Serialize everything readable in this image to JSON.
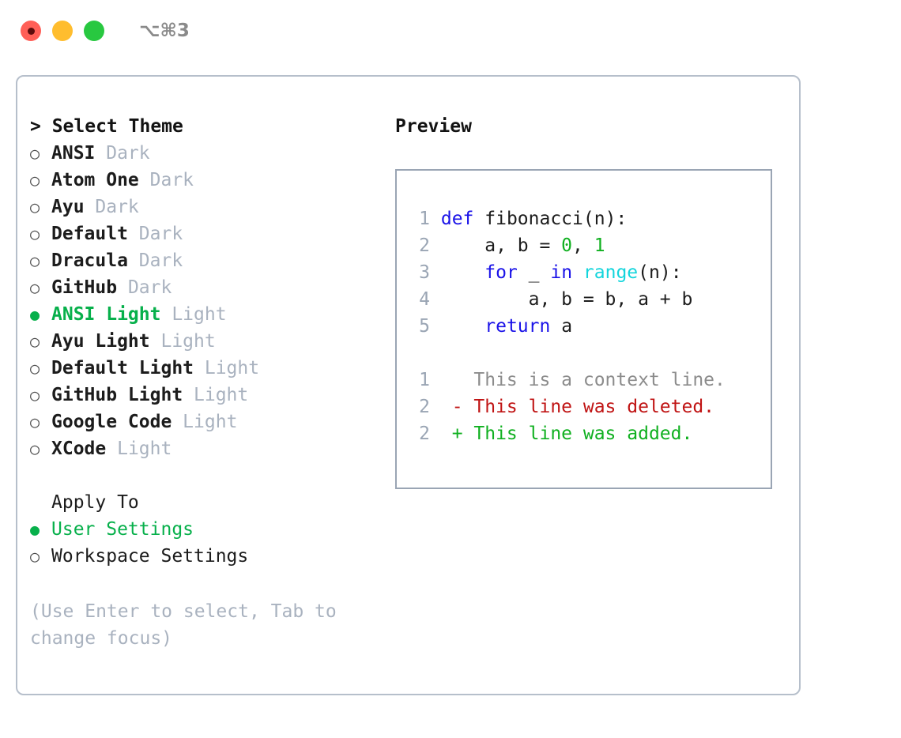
{
  "titlebar": {
    "shortcut": "⌥⌘3",
    "buttons": [
      {
        "name": "close-button",
        "color": "#ff5f57"
      },
      {
        "name": "minimize-button",
        "color": "#ffbd2e"
      },
      {
        "name": "maximize-button",
        "color": "#28c840"
      }
    ]
  },
  "left": {
    "header": "> Select Theme",
    "themes": [
      {
        "bullet": "○",
        "name": "ANSI",
        "kind": "Dark",
        "selected": false
      },
      {
        "bullet": "○",
        "name": "Atom One",
        "kind": "Dark",
        "selected": false
      },
      {
        "bullet": "○",
        "name": "Ayu",
        "kind": "Dark",
        "selected": false
      },
      {
        "bullet": "○",
        "name": "Default",
        "kind": "Dark",
        "selected": false
      },
      {
        "bullet": "○",
        "name": "Dracula",
        "kind": "Dark",
        "selected": false
      },
      {
        "bullet": "○",
        "name": "GitHub",
        "kind": "Dark",
        "selected": false
      },
      {
        "bullet": "●",
        "name": "ANSI Light",
        "kind": "Light",
        "selected": true
      },
      {
        "bullet": "○",
        "name": "Ayu Light",
        "kind": "Light",
        "selected": false
      },
      {
        "bullet": "○",
        "name": "Default Light",
        "kind": "Light",
        "selected": false
      },
      {
        "bullet": "○",
        "name": "GitHub Light",
        "kind": "Light",
        "selected": false
      },
      {
        "bullet": "○",
        "name": "Google Code",
        "kind": "Light",
        "selected": false
      },
      {
        "bullet": "○",
        "name": "XCode",
        "kind": "Light",
        "selected": false
      }
    ],
    "apply_to_label": "Apply To",
    "apply_options": [
      {
        "bullet": "●",
        "label": "User Settings",
        "selected": true
      },
      {
        "bullet": "○",
        "label": "Workspace Settings",
        "selected": false
      }
    ],
    "hint": "(Use Enter to select, Tab to change focus)"
  },
  "right": {
    "title": "Preview",
    "code_lines": [
      {
        "num": "1",
        "tokens": [
          {
            "text": "def ",
            "type": "kw"
          },
          {
            "text": "fibonacci(n):",
            "type": "plain"
          }
        ]
      },
      {
        "num": "2",
        "tokens": [
          {
            "text": "    a, b = ",
            "type": "plain"
          },
          {
            "text": "0",
            "type": "num"
          },
          {
            "text": ", ",
            "type": "plain"
          },
          {
            "text": "1",
            "type": "num"
          }
        ]
      },
      {
        "num": "3",
        "tokens": [
          {
            "text": "    ",
            "type": "plain"
          },
          {
            "text": "for",
            "type": "kw"
          },
          {
            "text": " _ ",
            "type": "plain"
          },
          {
            "text": "in",
            "type": "kw"
          },
          {
            "text": " ",
            "type": "plain"
          },
          {
            "text": "range",
            "type": "builtin"
          },
          {
            "text": "(n):",
            "type": "plain"
          }
        ]
      },
      {
        "num": "4",
        "tokens": [
          {
            "text": "        a, b = b, a + b",
            "type": "plain"
          }
        ]
      },
      {
        "num": "5",
        "tokens": [
          {
            "text": "    ",
            "type": "plain"
          },
          {
            "text": "return",
            "type": "kw"
          },
          {
            "text": " a",
            "type": "plain"
          }
        ]
      }
    ],
    "diff_lines": [
      {
        "num": "1",
        "tokens": [
          {
            "text": "   This is a context line.",
            "type": "ctx"
          }
        ]
      },
      {
        "num": "2",
        "tokens": [
          {
            "text": " - This line was deleted.",
            "type": "del"
          }
        ]
      },
      {
        "num": "2",
        "tokens": [
          {
            "text": " + This line was added.",
            "type": "add"
          }
        ]
      }
    ]
  },
  "colors": {
    "accent_green": "#07b04b",
    "muted": "#a9b2bf",
    "keyword_blue": "#1a12e8",
    "builtin_cyan": "#14d5dc",
    "number_green": "#10b020",
    "diff_delete_red": "#c01414",
    "diff_add_green": "#10b020",
    "border": "#9aa5b4",
    "dialog_border": "#b6bfcb"
  }
}
